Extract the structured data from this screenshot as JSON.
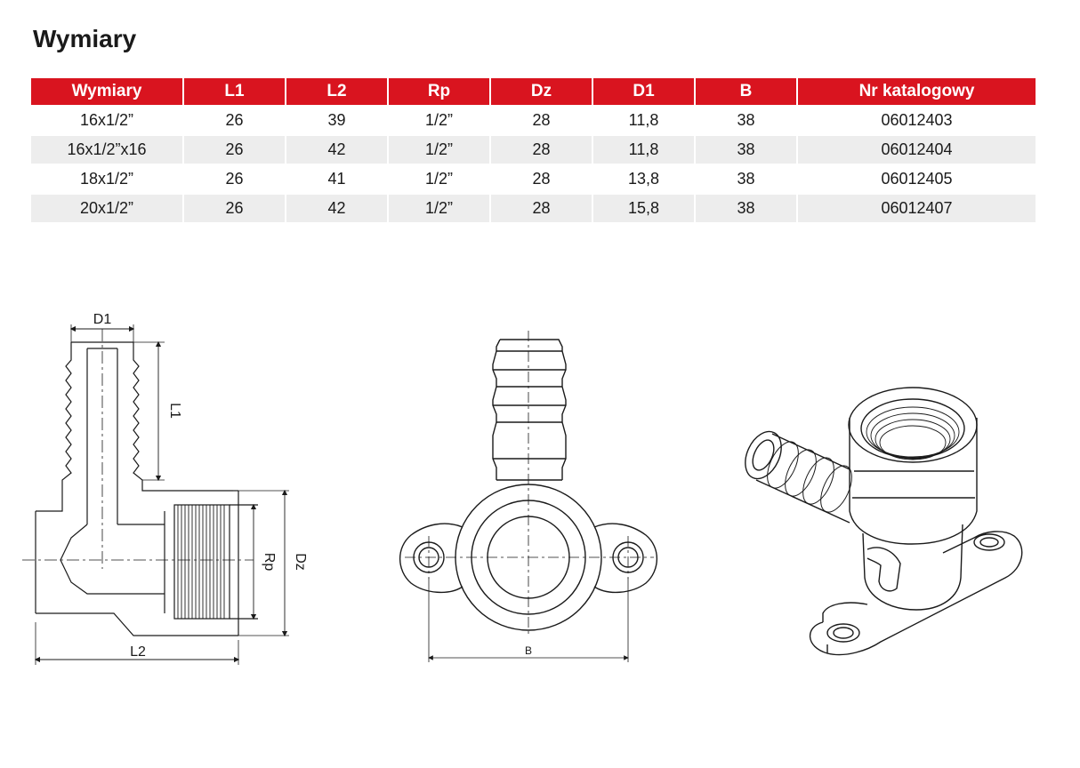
{
  "page": {
    "title": "Wymiary"
  },
  "colors": {
    "header_bg": "#d9141f",
    "header_text": "#ffffff",
    "row_alt": "#ededed"
  },
  "table": {
    "headers": [
      "Wymiary",
      "L1",
      "L2",
      "Rp",
      "Dz",
      "D1",
      "B",
      "Nr katalogowy"
    ],
    "rows": [
      [
        "16x1/2”",
        "26",
        "39",
        "1/2”",
        "28",
        "11,8",
        "38",
        "06012403"
      ],
      [
        "16x1/2”x16",
        "26",
        "42",
        "1/2”",
        "28",
        "11,8",
        "38",
        "06012404"
      ],
      [
        "18x1/2”",
        "26",
        "41",
        "1/2”",
        "28",
        "13,8",
        "38",
        "06012405"
      ],
      [
        "20x1/2”",
        "26",
        "42",
        "1/2”",
        "28",
        "15,8",
        "38",
        "06012407"
      ]
    ]
  },
  "drawing_labels": {
    "d1": "D1",
    "l1": "L1",
    "l2": "L2",
    "rp": "Rp",
    "dz": "Dz",
    "b": "B"
  }
}
